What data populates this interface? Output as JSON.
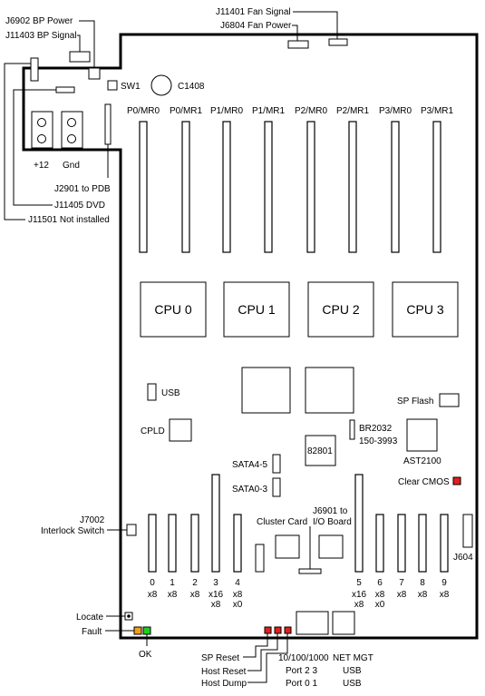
{
  "labels": {
    "bp_power": "J6902 BP Power",
    "bp_signal": "J11403 BP Signal",
    "fan_signal": "J11401 Fan Signal",
    "fan_power": "J6804 Fan Power",
    "sw1": "SW1",
    "c1408": "C1408",
    "plus12": "+12",
    "gnd": "Gnd",
    "j2901": "J2901 to PDB",
    "j11405": "J11405 DVD",
    "j11501": "J11501 Not installed",
    "usb": "USB",
    "cpld": "CPLD",
    "sp_flash": "SP Flash",
    "br2032_a": "BR2032",
    "br2032_b": "150-3993",
    "chip_82801": "82801",
    "ast2100": "AST2100",
    "clear_cmos": "Clear CMOS",
    "sata45": "SATA4-5",
    "sata03": "SATA0-3",
    "j7002_a": "J7002",
    "j7002_b": "Interlock Switch",
    "j6901_a": "J6901 to",
    "j6901_b": "I/O Board",
    "cluster_card": "Cluster Card",
    "j604": "J604",
    "locate": "Locate",
    "fault": "Fault",
    "ok": "OK",
    "sp_reset": "SP Reset",
    "host_reset": "Host Reset",
    "host_dump": "Host Dump",
    "net_a": "10/100/1000",
    "net_b": "Port 2 3",
    "net_c": "Port 0 1",
    "mgt_a": "NET MGT",
    "mgt_b": "USB",
    "mgt_c": "USB"
  },
  "dimms": [
    "P0/MR0",
    "P0/MR1",
    "P1/MR0",
    "P1/MR1",
    "P2/MR0",
    "P2/MR1",
    "P3/MR0",
    "P3/MR1"
  ],
  "cpus": [
    "CPU 0",
    "CPU 1",
    "CPU 2",
    "CPU 3"
  ],
  "pcie_left": [
    {
      "num": "0",
      "w1": "x8",
      "w2": ""
    },
    {
      "num": "1",
      "w1": "x8",
      "w2": ""
    },
    {
      "num": "2",
      "w1": "x8",
      "w2": ""
    },
    {
      "num": "3",
      "w1": "x16",
      "w2": "x8"
    },
    {
      "num": "4",
      "w1": "x8",
      "w2": "x0"
    }
  ],
  "pcie_right": [
    {
      "num": "5",
      "w1": "x16",
      "w2": "x8"
    },
    {
      "num": "6",
      "w1": "x8",
      "w2": "x0"
    },
    {
      "num": "7",
      "w1": "x8",
      "w2": ""
    },
    {
      "num": "8",
      "w1": "x8",
      "w2": ""
    },
    {
      "num": "9",
      "w1": "x8",
      "w2": ""
    }
  ],
  "colors": {
    "fault_led": "#f0a020",
    "ok_led": "#22cc22",
    "button_red": "#e02020",
    "clear_cmos_red": "#e02020"
  }
}
